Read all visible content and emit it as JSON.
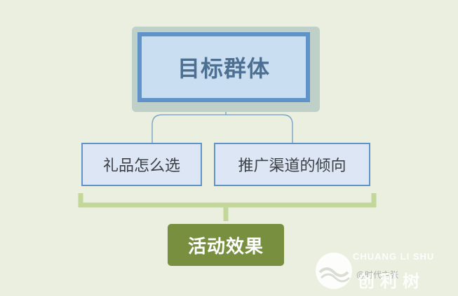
{
  "diagram": {
    "root": {
      "label": "目标群体"
    },
    "children": [
      {
        "label": "礼品怎么选"
      },
      {
        "label": "推广渠道的倾向"
      }
    ],
    "summary": {
      "label": "活动效果"
    }
  },
  "watermark": {
    "latin": "CHUANG LI SHU",
    "chinese": "创利树",
    "caption": "@时代主张"
  },
  "colors": {
    "background": "#ebefdf",
    "root_fill": "#c9def0",
    "root_border": "#5f93c9",
    "child_fill": "#dce6f4",
    "connector": "#7fa6c8",
    "bracket": "#c4d79a",
    "summary_fill": "#788f40"
  }
}
